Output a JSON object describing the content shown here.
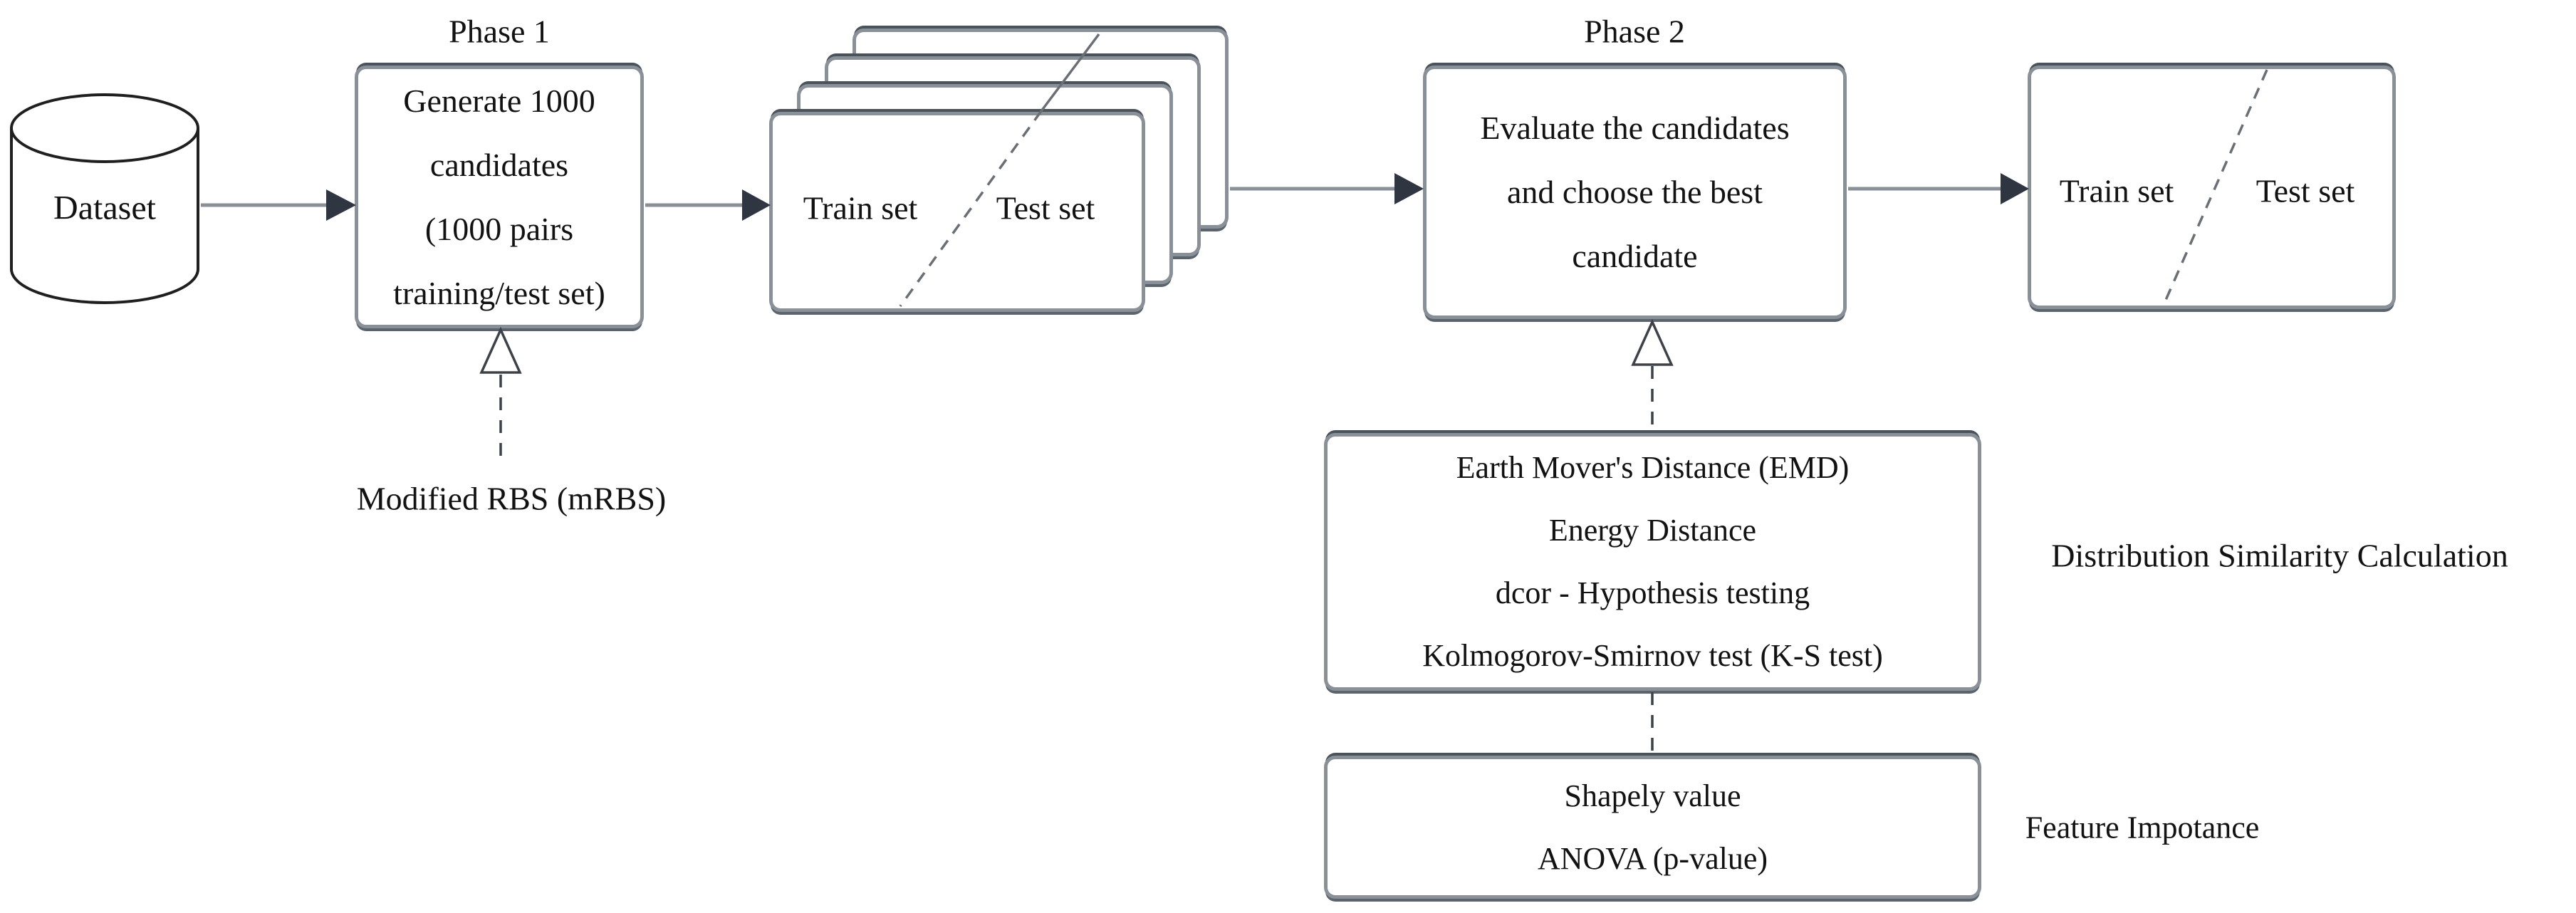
{
  "labels": {
    "phase1": "Phase 1",
    "phase2": "Phase 2",
    "modified_rbs": "Modified RBS (mRBS)",
    "distribution_similarity": "Distribution Similarity Calculation",
    "feature_importance": "Feature Impotance"
  },
  "nodes": {
    "dataset": {
      "label": "Dataset",
      "shape": "cylinder"
    },
    "generate_candidates": {
      "lines": [
        "Generate 1000",
        "candidates",
        "(1000 pairs",
        "training/test set)"
      ]
    },
    "train_test_stack": {
      "train": "Train set",
      "test": "Test set",
      "card_count": 4
    },
    "evaluate": {
      "lines": [
        "Evaluate the candidates",
        "and choose the best",
        "candidate"
      ]
    },
    "train_test_final": {
      "train": "Train set",
      "test": "Test set"
    },
    "similarity_methods": {
      "lines": [
        "Earth Mover's Distance (EMD)",
        "Energy Distance",
        "dcor - Hypothesis testing",
        "Kolmogorov-Smirnov test (K-S test)"
      ]
    },
    "feature_importance_methods": {
      "lines": [
        "Shapely value",
        "ANOVA (p-value)"
      ]
    }
  },
  "colors": {
    "background": "#ffffff",
    "box_border": "#8a9098",
    "box_border_dark": "#4a525b",
    "arrow_line": "#8a9097",
    "arrow_head": "#2f3541",
    "dashed_line": "#3d4248",
    "diagonal_line": "#6a6f75",
    "cylinder_outline": "#1f1f1f",
    "text": "#121212"
  }
}
